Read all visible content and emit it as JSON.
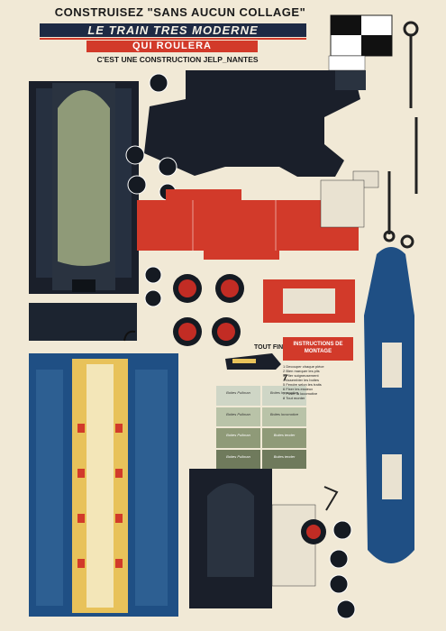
{
  "header": {
    "line1": "CONSTRUISEZ \"SANS AUCUN COLLAGE\"",
    "line2": "LE TRAIN TRES MODERNE",
    "line3": "QUI ROULERA",
    "line4": "C'EST UNE CONSTRUCTION JELP_NANTES"
  },
  "labels": {
    "tout_fini": "TOUT FINI",
    "instructions": "INSTRUCTIONS DE MONTAGE",
    "marker_7": "7"
  },
  "boxes": [
    "Boites Pullman",
    "Boites locomotive",
    "Boites Pullman",
    "Boites locomotive",
    "Boites Pullman",
    "Boites tender",
    "Boites Pullman",
    "Boites tender"
  ],
  "steps": [
    "1 Decouper chaque pièce",
    "2 Bien marquer les plis",
    "3 Plier soigneusement",
    "4 Assembler les boites",
    "5 Fendre selon les traits",
    "6 Fixer les essieux",
    "7 Poser la locomotive",
    "8 Tout monter"
  ],
  "colors": {
    "paper": "#f1e9d6",
    "navy": "#1e2a44",
    "red": "#d23a2a",
    "blue": "#1f4f84",
    "olive": "#8f9a78",
    "gold": "#e8c25a"
  }
}
